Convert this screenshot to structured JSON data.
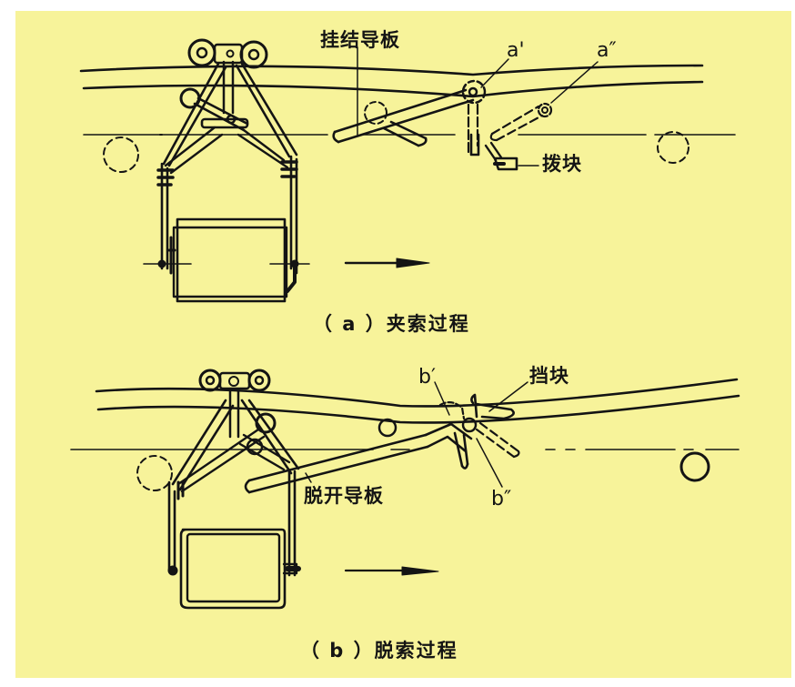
{
  "figure": {
    "background_color": "#f7f39a",
    "line_color": "#141414",
    "panel_a": {
      "caption": "（ a ）夹索过程",
      "labels": {
        "guide_plate": "挂结导板",
        "point_a1": "a'",
        "point_a2": "a″",
        "push_block": "拨块"
      },
      "direction_arrow": "right"
    },
    "panel_b": {
      "caption": "（ b ）脱索过程",
      "labels": {
        "release_guide_plate": "脱开导板",
        "point_b1": "b′",
        "point_b2": "b″",
        "stop_block": "挡块"
      },
      "direction_arrow": "right"
    }
  }
}
